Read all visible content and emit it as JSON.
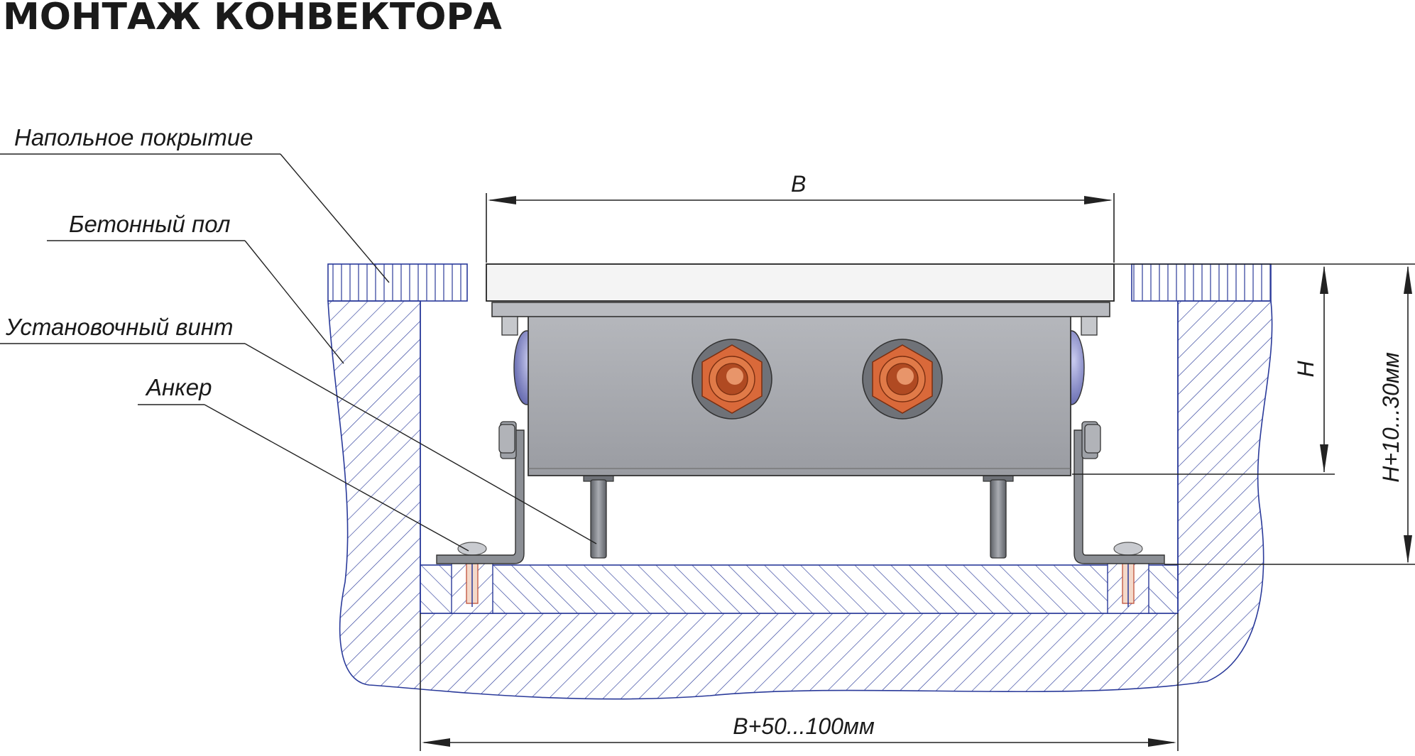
{
  "title": "МОНТАЖ КОНВЕКТОРА",
  "labels": {
    "floor_covering": "Напольное покрытие",
    "concrete_floor": "Бетонный пол",
    "setting_screw": "Установочный винт",
    "anchor": "Анкер"
  },
  "dimensions": {
    "width": "B",
    "height": "H",
    "pit_depth": "H+10...30мм",
    "pit_width": "B+50...100мм"
  },
  "colors": {
    "hatch": "#2a3a9a",
    "convector_body": "#a7a9ae",
    "grille": "#f4f4f4",
    "copper": "#d9693a",
    "copper_dark": "#b04a22",
    "valve_ring": "#6f7278",
    "side_cap": "#7d82c0"
  }
}
